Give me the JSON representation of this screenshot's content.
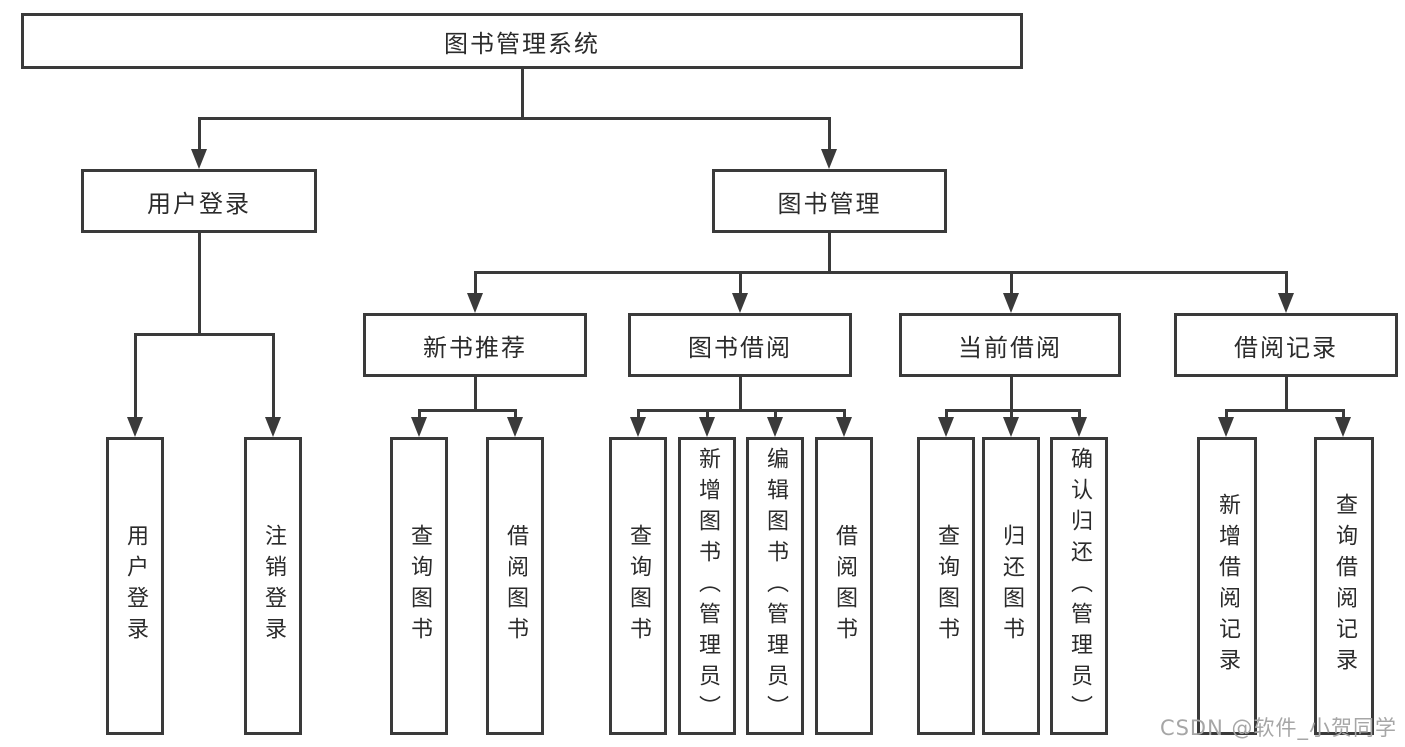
{
  "diagram_title": "图书管理系统",
  "tree": {
    "root": {
      "label": "图书管理系统",
      "children": [
        {
          "label": "用户登录",
          "children": [
            {
              "label": "用户登录"
            },
            {
              "label": "注销登录"
            }
          ]
        },
        {
          "label": "图书管理",
          "children": [
            {
              "label": "新书推荐",
              "children": [
                {
                  "label": "查询图书"
                },
                {
                  "label": "借阅图书"
                }
              ]
            },
            {
              "label": "图书借阅",
              "children": [
                {
                  "label": "查询图书"
                },
                {
                  "label": "新增图书（管理员）"
                },
                {
                  "label": "编辑图书（管理员）"
                },
                {
                  "label": "借阅图书"
                }
              ]
            },
            {
              "label": "当前借阅",
              "children": [
                {
                  "label": "查询图书"
                },
                {
                  "label": "归还图书"
                },
                {
                  "label": "确认归还（管理员）"
                }
              ]
            },
            {
              "label": "借阅记录",
              "children": [
                {
                  "label": "新增借阅记录"
                },
                {
                  "label": "查询借阅记录"
                }
              ]
            }
          ]
        }
      ]
    }
  },
  "watermark": {
    "text": "CSDN @软件_小贺同学"
  },
  "colors": {
    "line": "#3a3a3a",
    "box_border": "#3a3a3a",
    "box_background": "#ffffff",
    "text": "#2b2b2b",
    "watermark": "#a6a6a6",
    "background": "#ffffff"
  }
}
